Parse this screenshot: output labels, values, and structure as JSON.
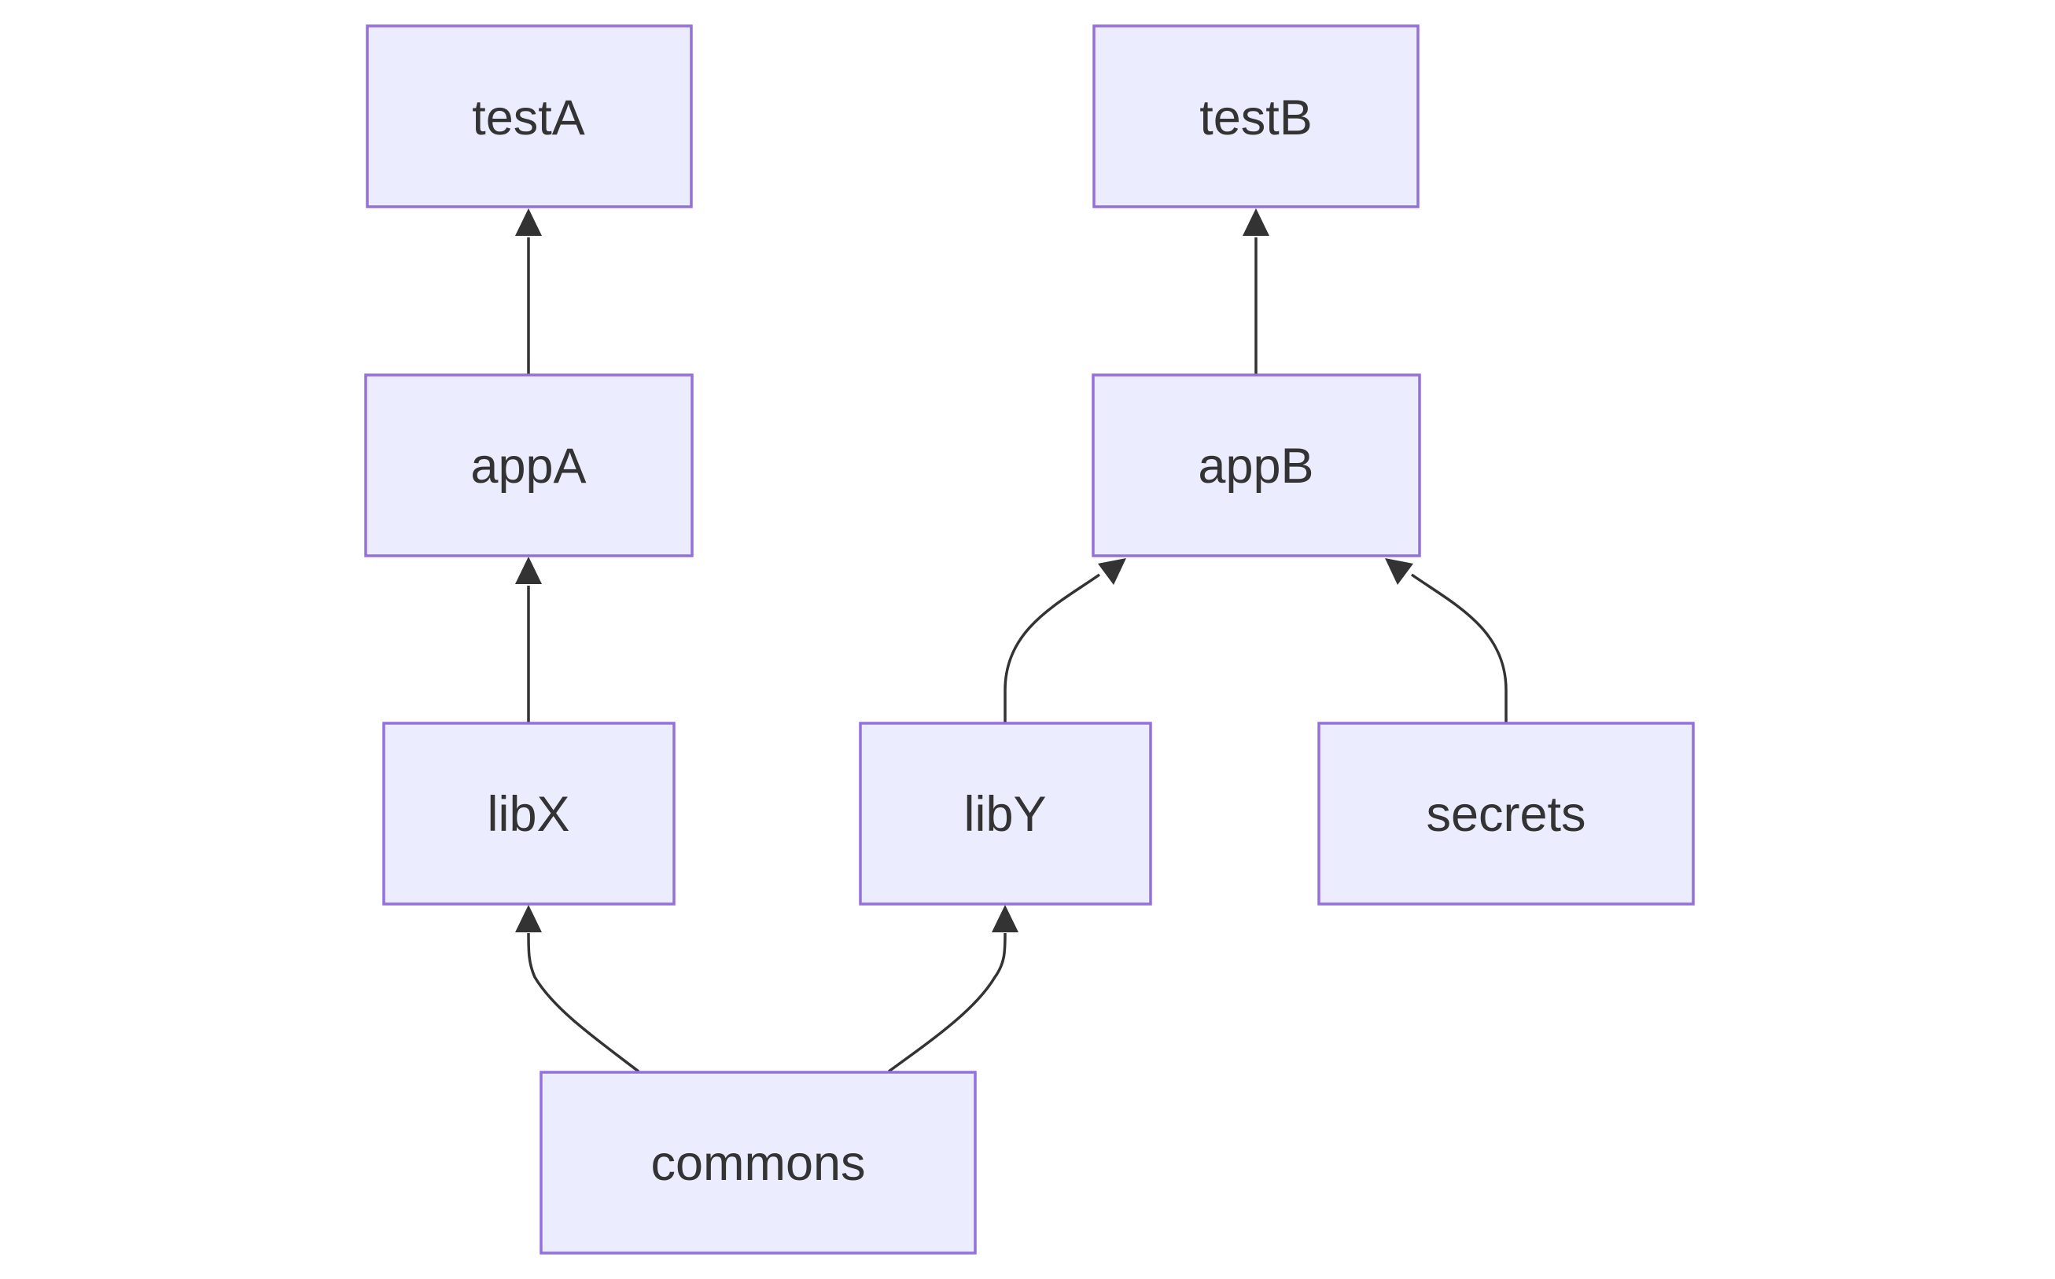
{
  "diagram": {
    "type": "flowchart",
    "direction": "bottom-to-top",
    "nodes": [
      {
        "id": "testA",
        "label": "testA"
      },
      {
        "id": "testB",
        "label": "testB"
      },
      {
        "id": "appA",
        "label": "appA"
      },
      {
        "id": "appB",
        "label": "appB"
      },
      {
        "id": "libX",
        "label": "libX"
      },
      {
        "id": "libY",
        "label": "libY"
      },
      {
        "id": "secrets",
        "label": "secrets"
      },
      {
        "id": "commons",
        "label": "commons"
      }
    ],
    "edges": [
      {
        "from": "appA",
        "to": "testA"
      },
      {
        "from": "libX",
        "to": "appA"
      },
      {
        "from": "appB",
        "to": "testB"
      },
      {
        "from": "libY",
        "to": "appB"
      },
      {
        "from": "secrets",
        "to": "appB"
      },
      {
        "from": "commons",
        "to": "libX"
      },
      {
        "from": "commons",
        "to": "libY"
      }
    ],
    "colors": {
      "node_fill": "#ECECFF",
      "node_border": "#9370DB",
      "edge": "#333333",
      "text": "#333333"
    }
  }
}
